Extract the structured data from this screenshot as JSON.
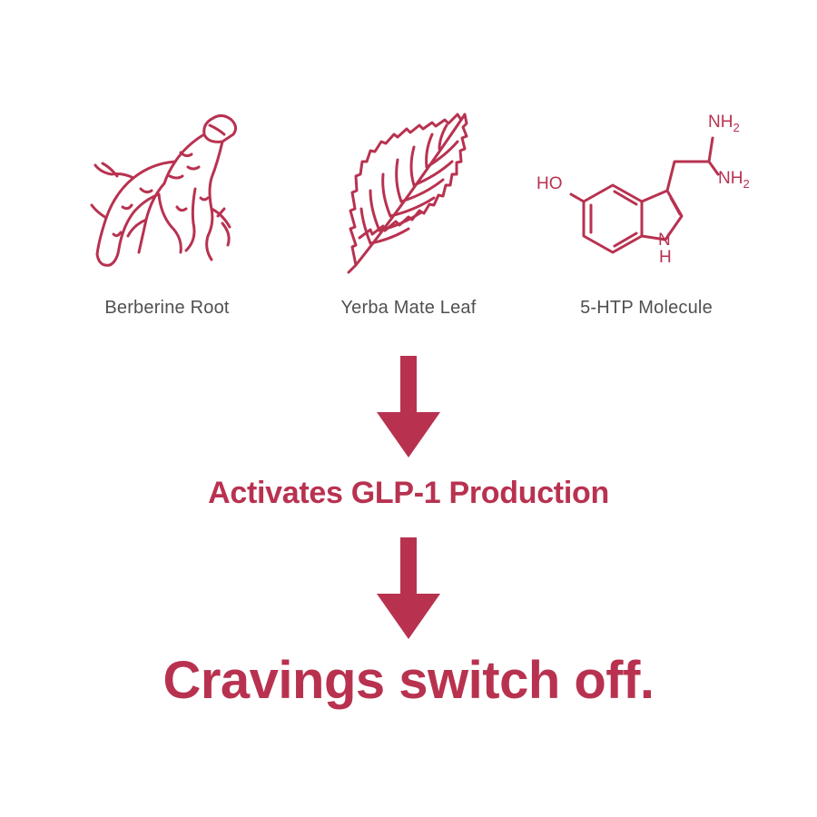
{
  "colors": {
    "accent": "#b83250",
    "label_text": "#505050",
    "background": "#ffffff"
  },
  "ingredients": [
    {
      "label": "Berberine Root",
      "icon": "root-icon"
    },
    {
      "label": "Yerba Mate Leaf",
      "icon": "leaf-icon"
    },
    {
      "label": "5-HTP Molecule",
      "icon": "molecule-icon"
    }
  ],
  "molecule": {
    "hydroxyl": "HO",
    "amine_1": "NH",
    "amine_1_sub": "2",
    "amine_2": "NH",
    "amine_2_sub": "2",
    "ring_n": "N",
    "ring_h": "H"
  },
  "steps": {
    "mechanism": "Activates GLP-1 Production",
    "result": "Cravings switch off."
  }
}
